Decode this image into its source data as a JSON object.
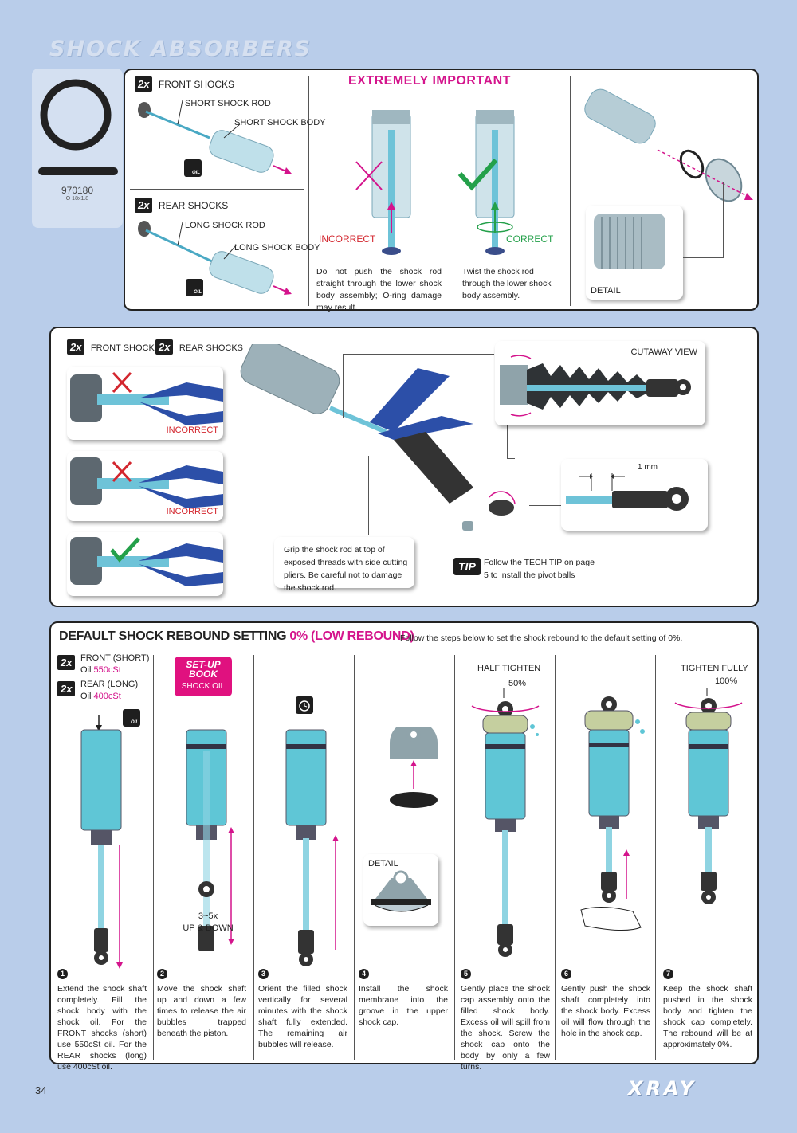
{
  "page": {
    "title": "SHOCK ABSORBERS",
    "page_number": "34",
    "brand": "XRAY"
  },
  "part": {
    "number": "970180",
    "desc": "O 18x1.8"
  },
  "top": {
    "front": {
      "qty": "2x",
      "label": "FRONT SHOCKS",
      "rod": "SHORT SHOCK ROD",
      "body": "SHORT SHOCK BODY",
      "oil": "OIL"
    },
    "rear": {
      "qty": "2x",
      "label": "REAR SHOCKS",
      "rod": "LONG SHOCK ROD",
      "body": "LONG SHOCK BODY",
      "oil": "OIL"
    },
    "important": "EXTREMELY IMPORTANT",
    "incorrect": "INCORRECT",
    "correct": "CORRECT",
    "incorrect_text": "Do not push the shock rod straight through the lower shock body assembly; O-ring damage may result.",
    "correct_text": "Twist the shock rod through the lower shock body assembly.",
    "detail": "DETAIL"
  },
  "middle": {
    "front_qty": "2x",
    "front_label": "FRONT SHOCKS",
    "rear_qty": "2x",
    "rear_label": "REAR SHOCKS",
    "incorrect1": "INCORRECT",
    "incorrect2": "INCORRECT",
    "cutaway": "CUTAWAY VIEW",
    "dimension": "1 mm",
    "grip_text": "Grip the shock rod at top of exposed threads with side cutting pliers. Be careful not to damage the shock rod.",
    "tip_badge": "TIP",
    "tip_text": "Follow the TECH TIP on page 5 to install the pivot balls"
  },
  "bottom": {
    "heading_main": "DEFAULT SHOCK REBOUND SETTING ",
    "heading_accent": "0% (LOW  REBOUND)",
    "intro": "Follow the steps below to set the shock rebound to the default setting of 0%.",
    "front_qty": "2x",
    "front_label": "FRONT (SHORT)",
    "front_oil_prefix": "Oil ",
    "front_oil": "550cSt",
    "rear_qty": "2x",
    "rear_label": "REAR (LONG)",
    "rear_oil_prefix": "Oil ",
    "rear_oil": "400cSt",
    "oil_icon": "OIL",
    "setup_line1": "SET-UP",
    "setup_line2": "BOOK",
    "setup_line3": "SHOCK OIL",
    "up_down_count": "3~5x",
    "up_down": "UP & DOWN",
    "detail": "DETAIL",
    "half_tighten": "HALF TIGHTEN",
    "half_pct": "50%",
    "tighten_fully": "TIGHTEN FULLY",
    "full_pct": "100%",
    "steps": [
      {
        "num": "1",
        "text": "Extend the shock shaft completely. Fill the shock body with the shock oil. For the FRONT shocks (short) use 550cSt oil. For the REAR shocks (long) use 400cSt oil."
      },
      {
        "num": "2",
        "text": "Move the shock shaft up and down a few times to release the air bubbles trapped beneath the piston."
      },
      {
        "num": "3",
        "text": "Orient the filled shock vertically for several minutes with the shock shaft fully extended. The remaining air bubbles will release."
      },
      {
        "num": "4",
        "text": "Install the shock membrane into the groove in the upper shock cap."
      },
      {
        "num": "5",
        "text": "Gently place the shock cap assembly onto the filled shock body. Excess oil will spill from the shock. Screw the shock cap onto the body by only a few turns."
      },
      {
        "num": "6",
        "text": "Gently push the shock shaft completely into the shock body. Excess oil will flow through the hole in the shock cap."
      },
      {
        "num": "7",
        "text": "Keep the shock shaft pushed in the shock body and tighten the shock cap completely. The rebound will be at approximately 0%."
      }
    ]
  },
  "colors": {
    "accent": "#d4148c",
    "incorrect": "#d3262e",
    "correct": "#24a04a",
    "background": "#b9cdea",
    "part_blue": "#5fc6d6"
  }
}
